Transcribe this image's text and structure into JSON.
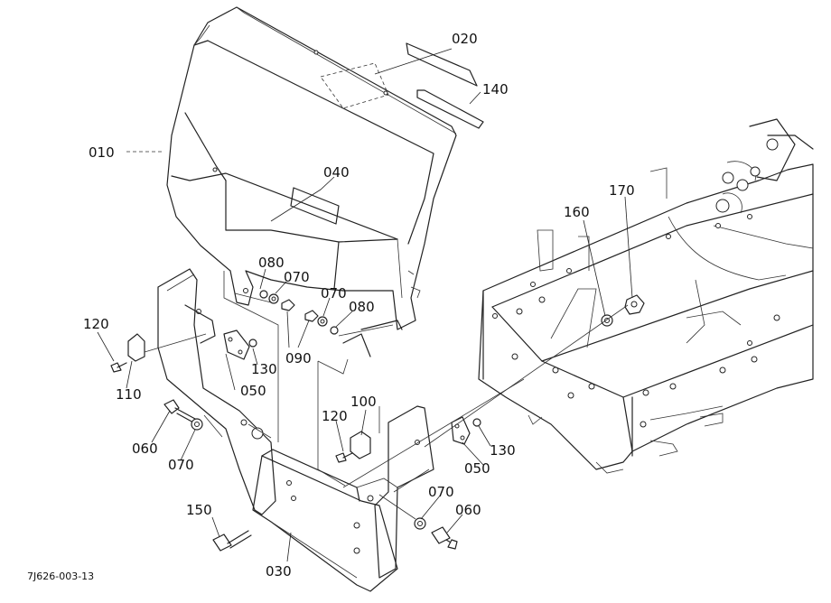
{
  "drawing_id": "7J626-003-13",
  "parts": {
    "p010": "010",
    "p020": "020",
    "p030": "030",
    "p040": "040",
    "p050a": "050",
    "p050b": "050",
    "p060a": "060",
    "p060b": "060",
    "p070a": "070",
    "p070b": "070",
    "p070c": "070",
    "p070d": "070",
    "p080a": "080",
    "p080b": "080",
    "p090": "090",
    "p100": "100",
    "p110": "110",
    "p120a": "120",
    "p120b": "120",
    "p130a": "130",
    "p130b": "130",
    "p140": "140",
    "p150": "150",
    "p160": "160",
    "p170": "170"
  }
}
